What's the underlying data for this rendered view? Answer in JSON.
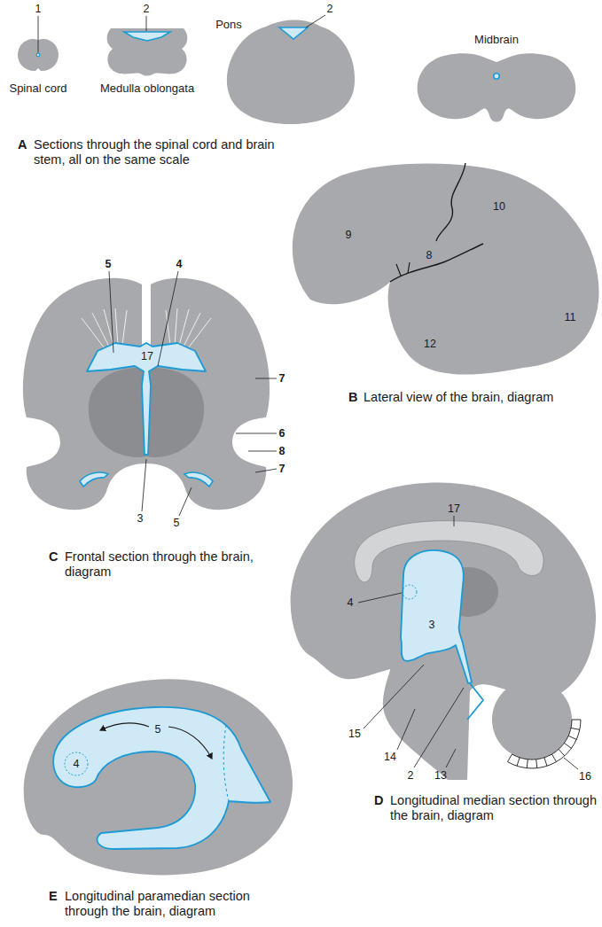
{
  "diagram": {
    "labels": [
      "1",
      "2",
      "2",
      "Spinal cord",
      "Medulla oblongata",
      "Pons",
      "Midbrain",
      "A",
      "Sections through the spinal cord and brain stem, all on the same scale",
      "10",
      "9",
      "8",
      "11",
      "12",
      "B",
      "Lateral view of the brain, diagram",
      "5",
      "4",
      "17",
      "7",
      "6",
      "8",
      "7",
      "3",
      "5",
      "C",
      "Frontal section through the brain, diagram",
      "17",
      "4",
      "3",
      "15",
      "14",
      "2",
      "13",
      "16",
      "D",
      "Longitudinal median section through the brain, diagram",
      "4",
      "5",
      "E",
      "Longitudinal paramedian section through the brain, diagram"
    ]
  }
}
